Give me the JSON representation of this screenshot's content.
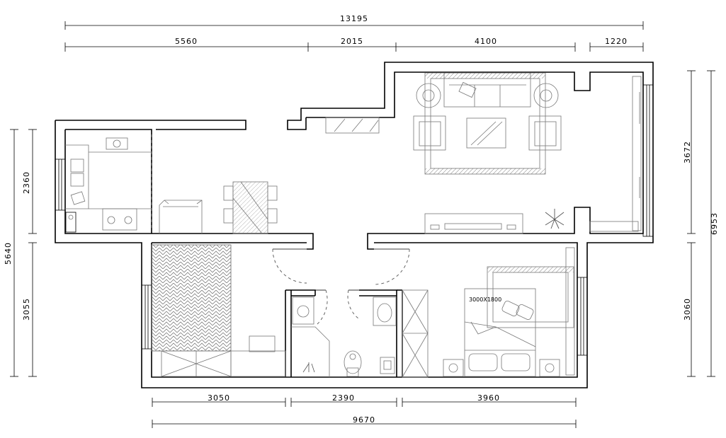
{
  "dimensions": {
    "top_total": "13195",
    "top_segments": [
      "5560",
      "2015",
      "4100",
      "1220"
    ],
    "bottom_segments": [
      "3050",
      "2390",
      "3960"
    ],
    "bottom_total": "9670",
    "left_outer": "5640",
    "left_segments": [
      "2360",
      "3055"
    ],
    "right_outer": "6953",
    "right_segments": [
      "3672",
      "3060"
    ]
  },
  "labels": {
    "bed_size": "3000X1800"
  },
  "colors": {
    "line": "#000000",
    "background": "#ffffff",
    "furniture_line": "#777777"
  }
}
